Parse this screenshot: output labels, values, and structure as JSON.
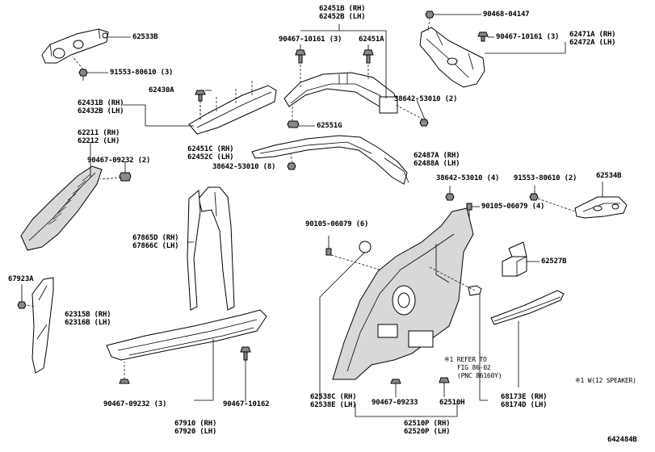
{
  "labels": {
    "p62451B": "62451B (RH)",
    "p62452B": "62452B (LH)",
    "p90467_10161_top": "90467-10161 (3)",
    "p62451A": "62451A",
    "p90468": "90468-04147",
    "p90467_10161_right": "90467-10161 (3)",
    "p62471A": "62471A (RH)",
    "p62472A": "62472A (LH)",
    "p62533B": "62533B",
    "p91553_80610_3": "91553-80610 (3)",
    "p62430A": "62430A",
    "p62431B": "62431B (RH)",
    "p62432B": "62432B (LH)",
    "p38642_53010_2": "38642-53010 (2)",
    "p62551G": "62551G",
    "p62211": "62211 (RH)",
    "p62212": "62212 (LH)",
    "p62451C": "62451C (RH)",
    "p62452C": "62452C (LH)",
    "p62487A": "62487A (RH)",
    "p62488A": "62488A (LH)",
    "p90467_09232_2": "90467-09232 (2)",
    "p38642_53010_8": "38642-53010 (8)",
    "p38642_53010_4": "38642-53010 (4)",
    "p91553_80610_2": "91553-80610 (2)",
    "p62534B": "62534B",
    "p90105_06079_4": "90105-06079 (4)",
    "p90105_06079_6": "90105-06079 (6)",
    "p67865D": "67865D (RH)",
    "p67866C": "67866C (LH)",
    "p62527B": "62527B",
    "p67923A": "67923A",
    "p62315B": "62315B (RH)",
    "p62316B": "62316B (LH)",
    "note1": "※1 REFER TO",
    "note2": "FIG 86-02",
    "note3": "(PNC 86160Y)",
    "noteW": "※1 W(12 SPEAKER)",
    "p62538C": "62538C (RH)",
    "p62538E": "62538E (LH)",
    "p90467_09233": "90467-09233",
    "p62510H": "62510H",
    "p68173E": "68173E (RH)",
    "p68174D": "68174D (LH)",
    "p90467_09232_3": "90467-09232 (3)",
    "p90467_10162": "90467-10162",
    "p67910": "67910 (RH)",
    "p67920": "67920 (LH)",
    "p62510P": "62510P (RH)",
    "p62520P": "62520P (LH)",
    "diagram_id": "642484B"
  }
}
